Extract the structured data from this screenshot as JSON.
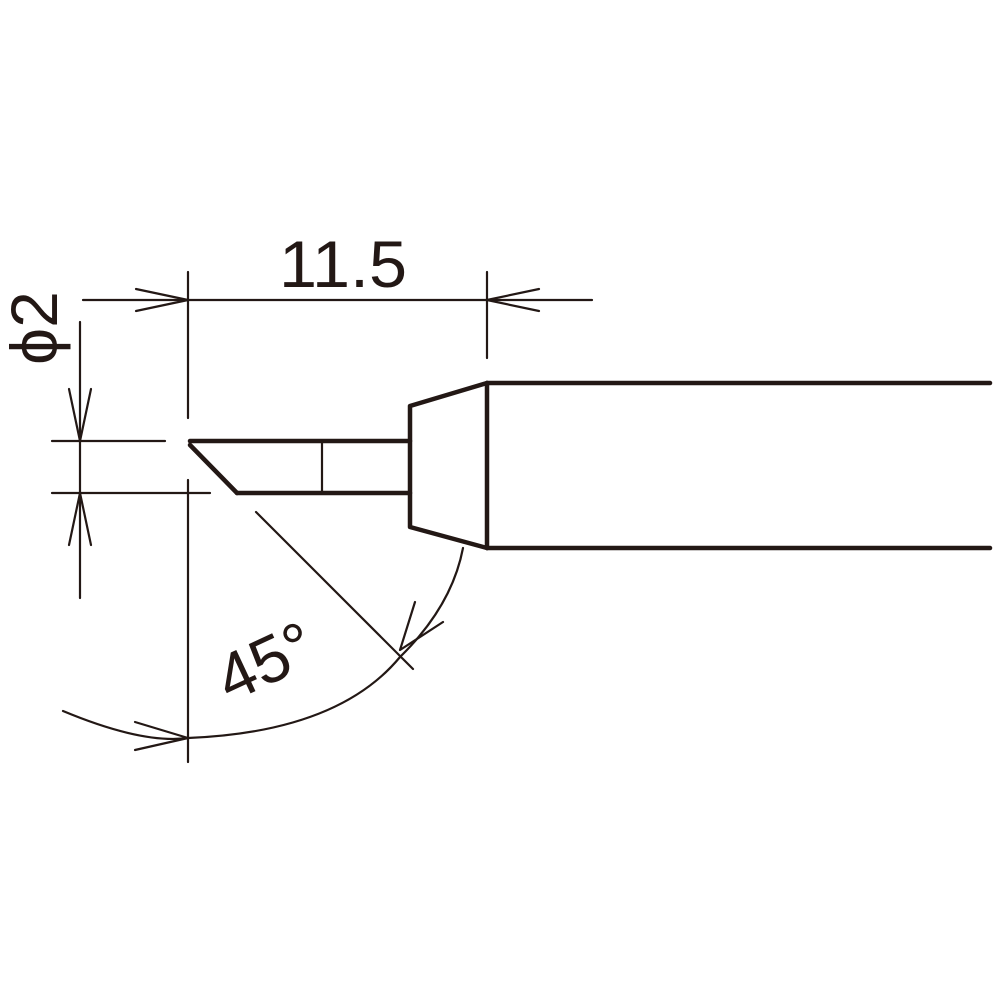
{
  "drawing": {
    "subject": "soldering-iron-tip",
    "line_color": "#231815",
    "background_color": "#ffffff"
  },
  "dimensions": {
    "length_label": "11.5",
    "diameter_label": "ϕ2",
    "angle_label": "45°"
  }
}
